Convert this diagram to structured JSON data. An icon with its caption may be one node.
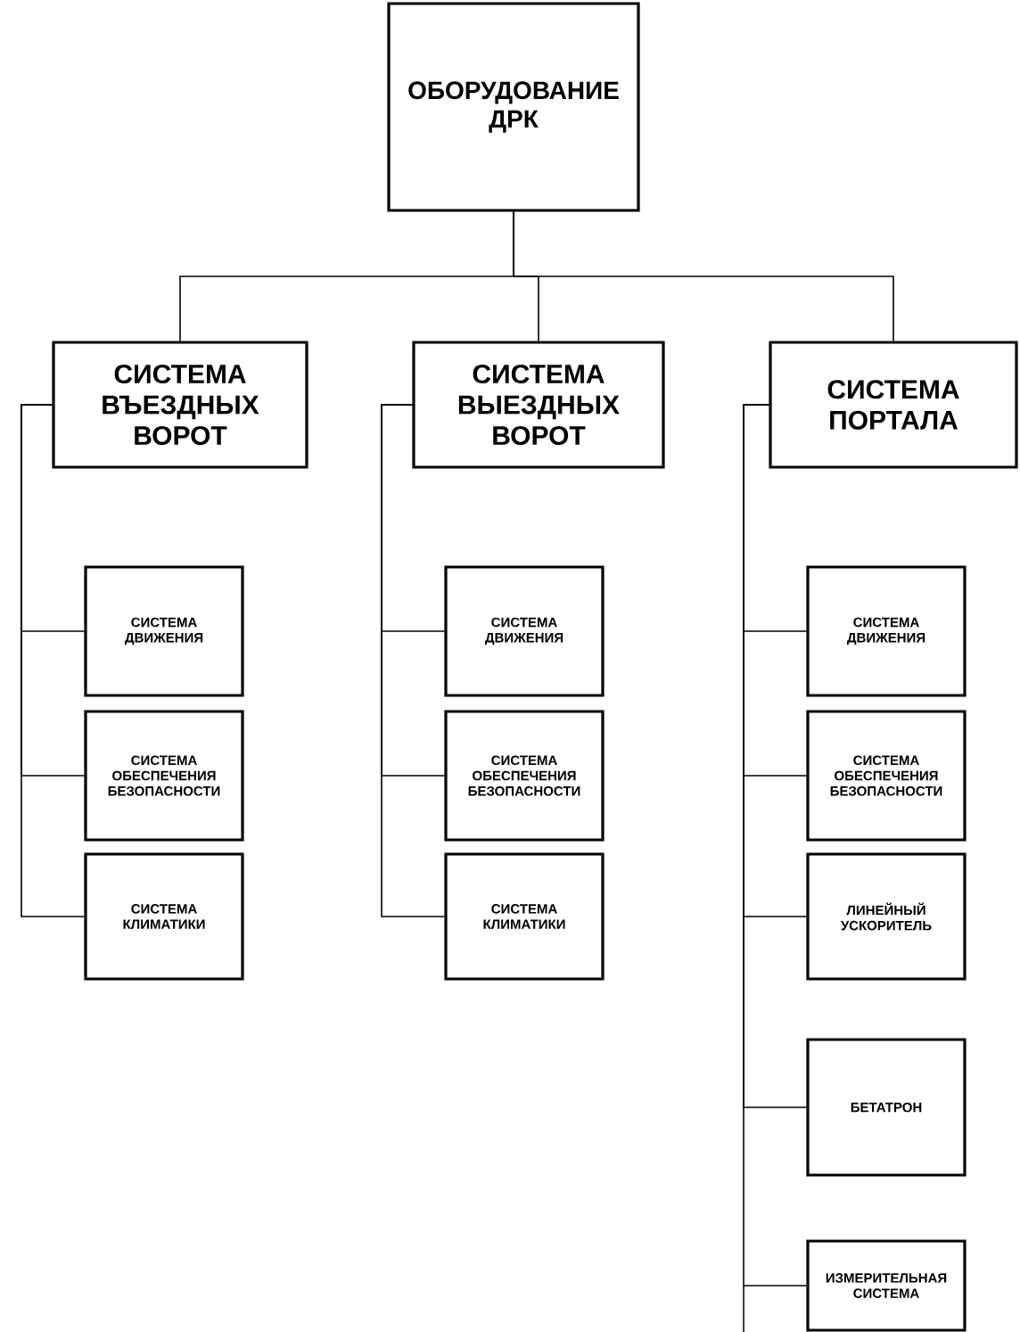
{
  "diagram": {
    "nodes": [
      {
        "text": [
          "ОБОРУДОВАНИЕ ДРК"
        ]
      },
      {
        "text": [
          "СИСТЕМА ВЪЕЗДНЫХ ВОРОТ"
        ]
      },
      {
        "text": [
          "СИСТЕМА ВЫЕЗДНЫХ ВОРОТ"
        ]
      },
      {
        "text": [
          "СИСТЕМА ПОРТАЛА"
        ]
      },
      {
        "text": [
          "СИСТЕМА ДВИЖЕНИЯ"
        ]
      },
      {
        "text": [
          "СИСТЕМА ОБЕСПЕЧЕНИЯ БЕЗОПАСНОСТИ"
        ]
      },
      {
        "text": [
          "СИСТЕМА КЛИМАТИКИ"
        ]
      },
      {
        "text": [
          "СИСТЕМА ДВИЖЕНИЯ"
        ]
      },
      {
        "text": [
          "СИСТЕМА ОБЕСПЕЧЕНИЯ БЕЗОПАСНОСТИ"
        ]
      },
      {
        "text": [
          "СИСТЕМА КЛИМАТИКИ"
        ]
      },
      {
        "text": [
          "СИСТЕМА ДВИЖЕНИЯ"
        ]
      },
      {
        "text": [
          "СИСТЕМА ОБЕСПЕЧЕНИЯ БЕЗОПАСНОСТИ"
        ]
      },
      {
        "text": [
          "ЛИНЕЙНЫЙ УСКОРИТЕЛЬ"
        ]
      },
      {
        "text": [
          "БЕТАТРОН"
        ]
      },
      {
        "text": [
          "ИЗМЕРИТЕЛЬНАЯ СИСТЕМА"
        ]
      }
    ],
    "edges": [
      {
        "from": 0,
        "to": 1,
        "arrow": "none"
      },
      {
        "from": 0,
        "to": 2,
        "arrow": "none"
      },
      {
        "from": 0,
        "to": 3,
        "arrow": "none"
      },
      {
        "from": 1,
        "to": 4,
        "arrow": "none"
      },
      {
        "from": 1,
        "to": 5,
        "arrow": "none"
      },
      {
        "from": 1,
        "to": 6,
        "arrow": "none"
      },
      {
        "from": 2,
        "to": 7,
        "arrow": "none"
      },
      {
        "from": 2,
        "to": 8,
        "arrow": "none"
      },
      {
        "from": 2,
        "to": 9,
        "arrow": "none"
      },
      {
        "from": 3,
        "to": 10,
        "arrow": "none"
      },
      {
        "from": 3,
        "to": 11,
        "arrow": "none"
      },
      {
        "from": 3,
        "to": 12,
        "arrow": "none"
      },
      {
        "from": 3,
        "to": 13,
        "arrow": "none"
      },
      {
        "from": 3,
        "to": 14,
        "arrow": "none"
      }
    ]
  }
}
